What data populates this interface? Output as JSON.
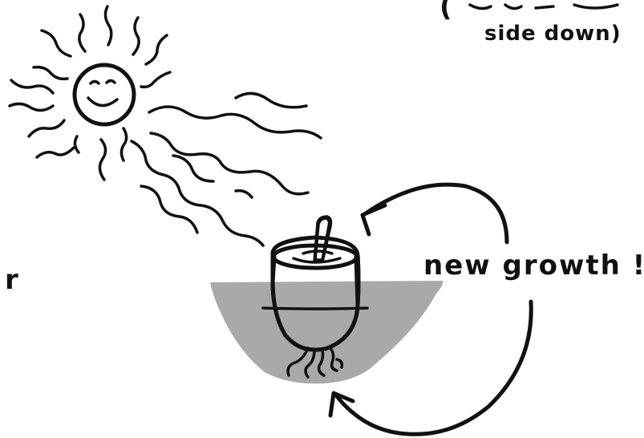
{
  "annotations": {
    "top_note_line1": "(",
    "top_note_line2": "side down)",
    "left_letter": "r",
    "new_growth": "new growth !"
  },
  "colors": {
    "ink": "#111111",
    "water": "#a9a9a9",
    "background": "#ffffff"
  },
  "icons": {
    "sun": "smiling-sun-icon",
    "seed": "avocado-seed-icon",
    "roots": "roots-icon",
    "arrows": "curved-arrow-icon"
  }
}
